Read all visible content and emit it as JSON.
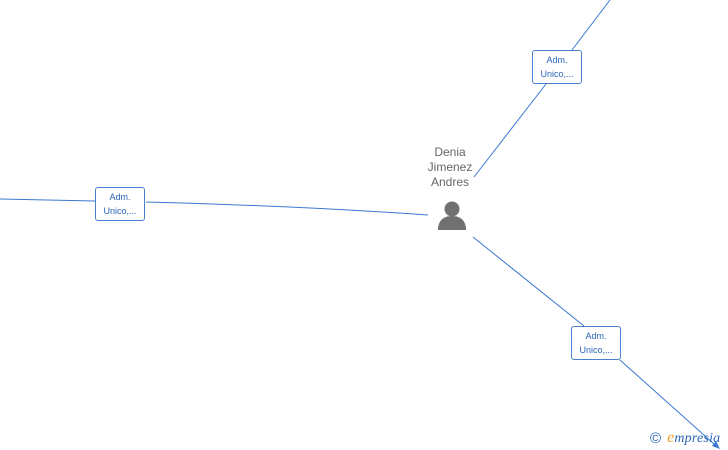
{
  "person": {
    "name_lines": [
      "Denia",
      "Jimenez",
      "Andres"
    ],
    "icon": "person-icon"
  },
  "roles": [
    {
      "line1": "Adm.",
      "line2": "Unico,..."
    },
    {
      "line1": "Adm.",
      "line2": "Unico,..."
    },
    {
      "line1": "Adm.",
      "line2": "Unico,..."
    }
  ],
  "colors": {
    "edge": "#3a78d0",
    "box_border": "#4a7fc9",
    "box_text": "#2a66b8",
    "person_icon": "#707070",
    "person_text": "#666666",
    "brand_accent": "#f0a030"
  },
  "brand": {
    "copyright": "©",
    "first_letter": "e",
    "rest": "mpresia"
  }
}
